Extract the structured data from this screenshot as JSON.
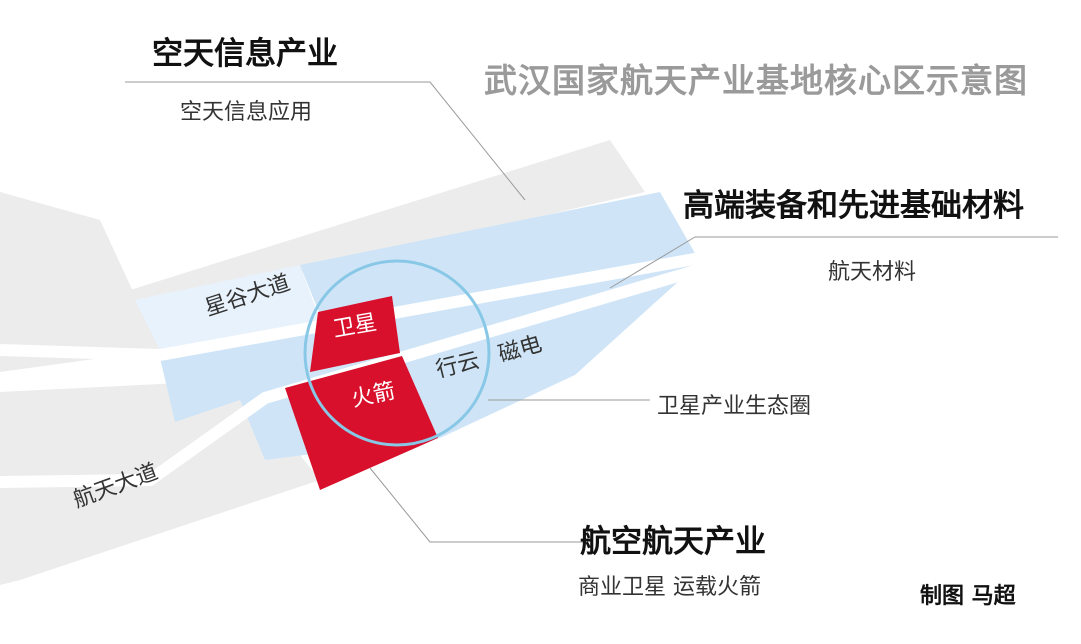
{
  "title": "武汉国家航天产业基地核心区示意图",
  "zones": {
    "space_info": {
      "heading": "空天信息产业",
      "sub": "空天信息应用"
    },
    "materials": {
      "heading": "高端装备和先进基础材料",
      "sub": "航天材料"
    },
    "aerospace": {
      "heading": "航空航天产业",
      "sub": "商业卫星  运载火箭"
    }
  },
  "circle_label": "卫星产业生态圈",
  "roads": {
    "north": "星谷大道",
    "south": "航天大道"
  },
  "blocks": {
    "satellite": "卫星",
    "rocket": "火箭",
    "xingyun": "行云",
    "cidian": "磁电"
  },
  "credit": "制图  马超",
  "colors": {
    "land": "#ececec",
    "light_zone": "#e8f2fc",
    "blue_zone": "#cfe5f7",
    "circle": "#88c8e6",
    "red": "#d8102c",
    "line": "#9a9a9a",
    "road": "#ffffff"
  }
}
